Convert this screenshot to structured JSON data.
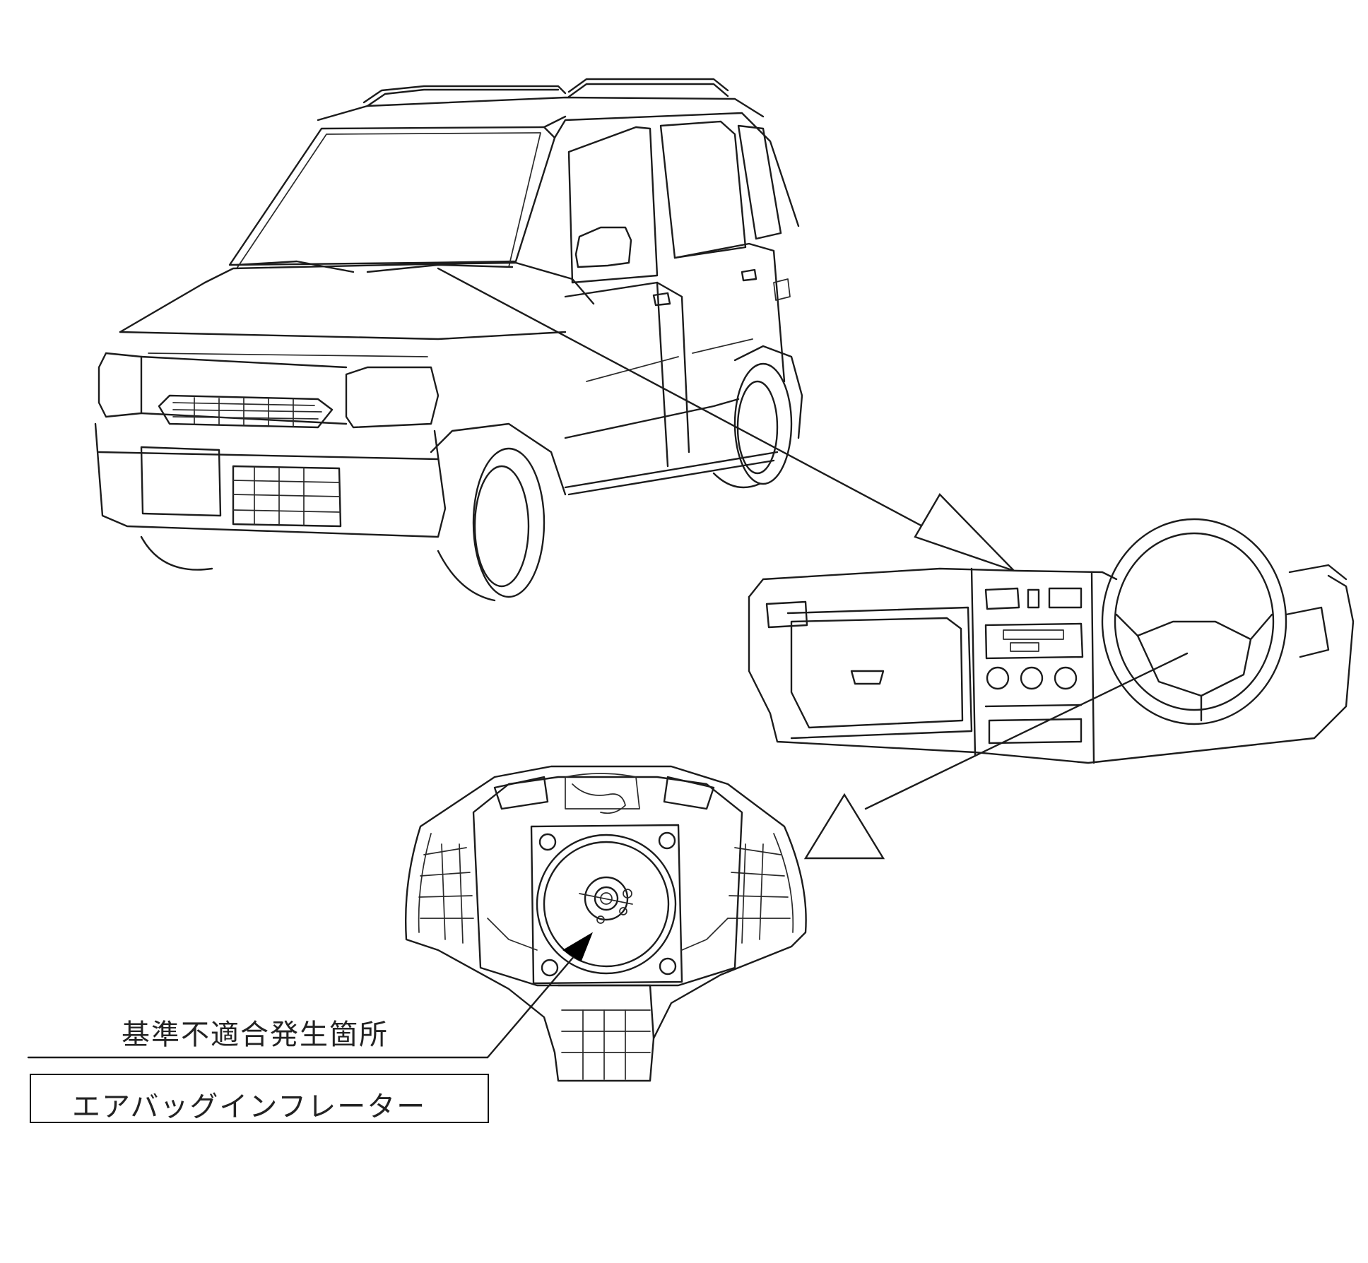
{
  "callout": {
    "location_label": "基準不適合発生箇所",
    "part_name": "エアバッグインフレーター"
  },
  "figures": {
    "vehicle": "car-front-three-quarter-illustration",
    "dashboard": "instrument-panel-illustration",
    "airbag_module": "steering-airbag-module-rear-view-illustration"
  },
  "colors": {
    "line": "#1c1c1c",
    "background": "#ffffff"
  }
}
